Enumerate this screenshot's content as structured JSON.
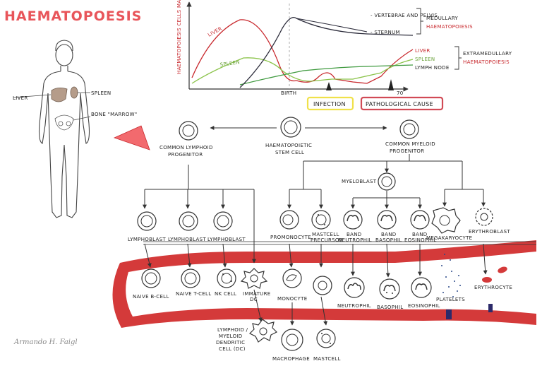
{
  "title": "HAEMATOPOESIS",
  "signature": "Armando H. Faigl",
  "body_labels": {
    "liver": "LIVER",
    "spleen": "SPLEEN",
    "bone_marrow": "BONE \"MARROW\""
  },
  "chart": {
    "ylabel": "HAEMATOPOIESIS CELLS MADE %",
    "birth_label": "BIRTH",
    "end_tick": "70",
    "lines": {
      "liver": "LIVER",
      "spleen": "SPLEEN",
      "vertebrae": "- VERTEBRAE AND PELVIS",
      "sternum": "- STERNUM",
      "liver2": "LIVER",
      "spleen2": "SPLEEN",
      "lymph": "LYMPH NODE"
    },
    "medullary": "MEDULLARY",
    "medullary_sub": "HAEMATOPOIESIS",
    "extramedullary": "EXTRAMEDULLARY",
    "extramedullary_sub": "HAEMATOPOIESIS",
    "infection": "INFECTION",
    "pathological": "PATHOLOGICAL CAUSE"
  },
  "cells": {
    "common_lymphoid": "COMMON LYMPHOID PROGENITOR",
    "stem": "HAEMATOPOIETIC STEM CELL",
    "common_myeloid": "COMMON MYELOID PROGENITOR",
    "myeloblast": "MYELOBLAST",
    "lymphoblast1": "LYMPHOBLAST",
    "lymphoblast2": "LYMPHOBLAST",
    "lymphoblast3": "LYMPHOBLAST",
    "promonocyte": "PROMONOCYTE",
    "mastcell_precursor": "MASTCELL PRECURSOR",
    "band_neutrophil": "BAND NEUTROPHIL",
    "band_basophil": "BAND BASOPHIL",
    "band_eosinophil": "BAND EOSINOPHIL",
    "megakaryocyte": "MEGAKARYOCYTE",
    "erythroblast": "ERYTHROBLAST",
    "naive_b": "NAIVE B-CELL",
    "naive_t": "NAIVE T-CELL",
    "nk": "NK CELL",
    "immature_dc": "IMMATURE DC",
    "monocyte": "MONOCYTE",
    "neutrophil": "NEUTROPHIL",
    "basophil": "BASOPHIL",
    "eosinophil": "EOSINOPHIL",
    "platelets": "PLATELETS",
    "erythrocyte": "ERYTHROCYTE",
    "dc": "LYMPHOID / MYELOID DENDRITIC CELL (DC)",
    "macrophage": "MACROPHAGE",
    "mastcell": "MASTCELL"
  },
  "colors": {
    "title": "#e8555a",
    "liver_line": "#c8282d",
    "spleen_line": "#8bc34a",
    "lymph_line": "#3f9a3f",
    "marrow_line": "#2b2b3a",
    "vessel": "#d43a3a",
    "infection_box": "#f0e14a",
    "pathological_box": "#d14a55"
  }
}
